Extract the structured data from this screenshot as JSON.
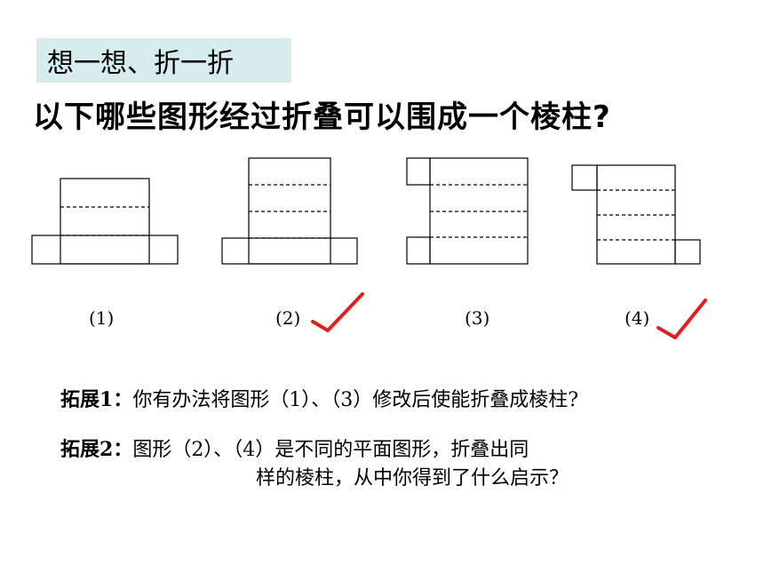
{
  "header": {
    "title": "想一想、折一折"
  },
  "question": "以下哪些图形经过折叠可以围成一个棱柱?",
  "figures": [
    {
      "label": "(1)",
      "correct": false
    },
    {
      "label": "(2)",
      "correct": true
    },
    {
      "label": "(3)",
      "correct": false
    },
    {
      "label": "(4)",
      "correct": true
    }
  ],
  "extensions": [
    {
      "prefix": "拓展1：",
      "text": "你有办法将图形（1）、（3）修改后使能折叠成棱柱?"
    },
    {
      "prefix": "拓展2：",
      "text": "图形（2）、（4）是不同的平面图形，折叠出同",
      "text2": "样的棱柱，从中你得到了什么启示？"
    }
  ],
  "colors": {
    "title_bg": "#d7ecec",
    "check": "#e0201c"
  }
}
